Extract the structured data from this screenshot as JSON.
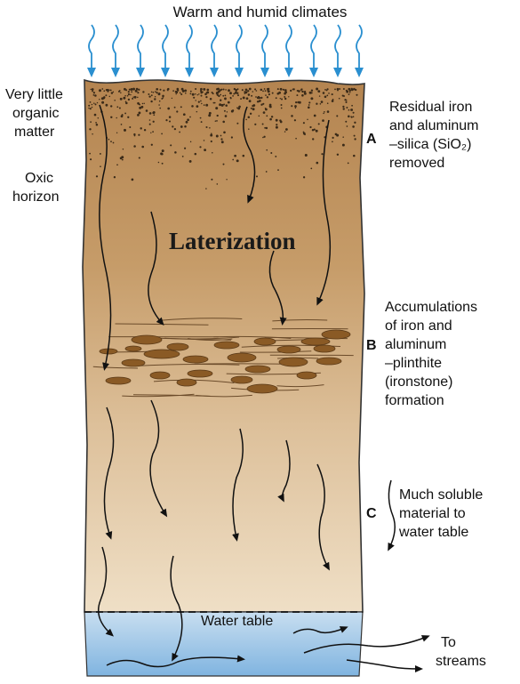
{
  "title": "Warm and humid climates",
  "process_label": "Laterization",
  "left_labels": {
    "organic": [
      "Very little",
      "organic",
      "matter"
    ],
    "oxic": [
      "Oxic",
      "horizon"
    ]
  },
  "horizons": [
    {
      "id": "A",
      "description": [
        "Residual iron",
        "and aluminum",
        "–silica (SiO₂)",
        "removed"
      ]
    },
    {
      "id": "B",
      "description": [
        "Accumulations",
        "of iron and",
        "aluminum",
        "–plinthite",
        "(ironstone)",
        "formation"
      ]
    },
    {
      "id": "C",
      "description": [
        "Much soluble",
        "material to",
        "water table"
      ]
    }
  ],
  "water_table_label": "Water table",
  "outflow_label": [
    "To",
    "streams"
  ],
  "colors": {
    "rain_arrow": "#2a8fd0",
    "soil_top": "#b98a52",
    "soil_bottom": "#ead6b9",
    "nodule": "#8a5a25",
    "water": "#8ec0e6"
  }
}
